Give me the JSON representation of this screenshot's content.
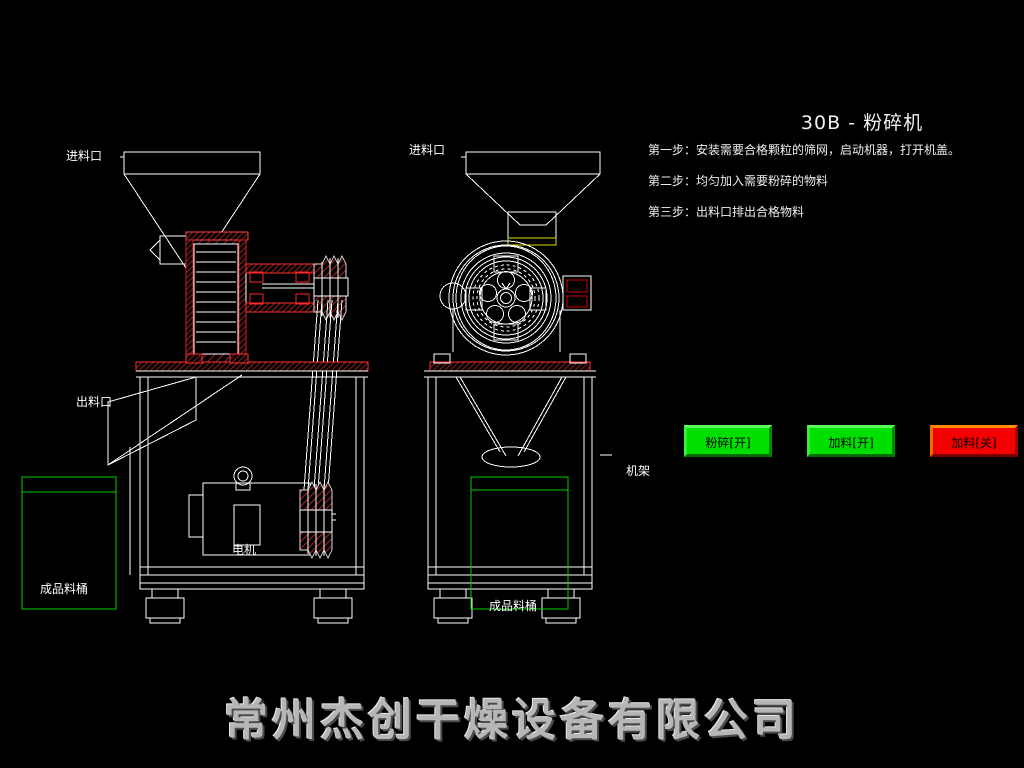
{
  "page": {
    "background_color": "#000000",
    "title": "30B - 粉碎机",
    "watermark": "常州杰创干燥设备有限公司"
  },
  "instructions": {
    "steps": [
      "第一步：安装需要合格颗粒的筛网，启动机器，打开机盖。",
      "第二步：均匀加入需要粉碎的物料",
      "第三步：出料口排出合格物料"
    ]
  },
  "controls": {
    "buttons": [
      {
        "label": "粉碎[开]",
        "state": "on",
        "color": "#00e000",
        "kind": "green"
      },
      {
        "label": "加料[开]",
        "state": "on",
        "color": "#00e000",
        "kind": "green"
      },
      {
        "label": "加料[关]",
        "state": "off",
        "color": "#f50000",
        "kind": "red"
      }
    ]
  },
  "diagram": {
    "side_view": {
      "feed_inlet_label": "进料口",
      "discharge_outlet_label": "出料口",
      "motor_label": "电机",
      "product_bucket_label": "成品料桶"
    },
    "front_view": {
      "feed_inlet_label": "进料口",
      "frame_label": "机架",
      "product_bucket_label": "成品料桶"
    },
    "colors": {
      "outline": "#ffffff",
      "hatch": "#8b1a1a",
      "hatch_accent": "#ff0000",
      "bucket": "#00cc00",
      "highlight_yellow": "#dddd00"
    }
  }
}
